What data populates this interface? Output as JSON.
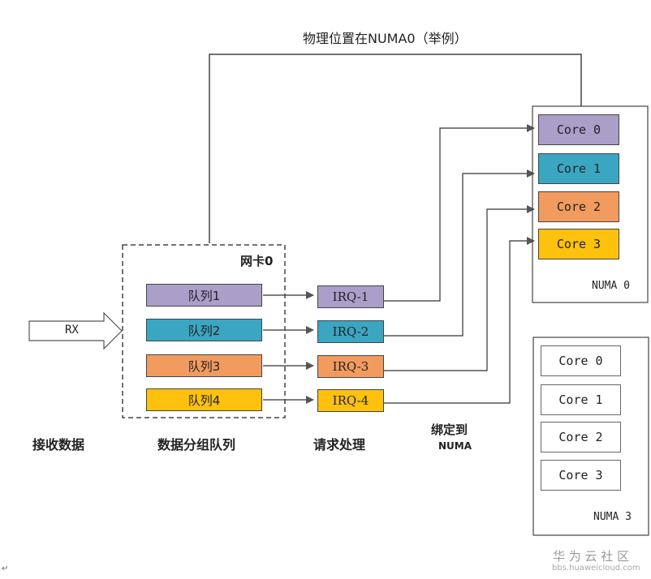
{
  "diagram": {
    "top_title": "物理位置在NUMA0（举例）",
    "nic_label": "网卡0",
    "rx_label": "RX",
    "queues": [
      "队列1",
      "队列2",
      "队列3",
      "队列4"
    ],
    "irqs": [
      "IRQ-1",
      "IRQ-2",
      "IRQ-3",
      "IRQ-4"
    ],
    "numa0": {
      "label": "NUMA 0",
      "cores": [
        "Core 0",
        "Core 1",
        "Core 2",
        "Core 3"
      ]
    },
    "numa3": {
      "label": "NUMA 3",
      "cores": [
        "Core 0",
        "Core 1",
        "Core 2",
        "Core 3"
      ]
    },
    "bottom_labels": {
      "receive": "接收数据",
      "group": "数据分组队列",
      "process": "请求处理",
      "bind_line1": "绑定到",
      "bind_line2": "NUMA"
    },
    "colors": {
      "purple": "#a99fc9",
      "blue": "#3aa6c2",
      "orange": "#f29b5e",
      "yellow": "#fdc10e"
    }
  },
  "watermark": {
    "line1": "华 为 云 社 区",
    "line2": "bbs.huaweicloud.com"
  },
  "footer_mark": "↵"
}
